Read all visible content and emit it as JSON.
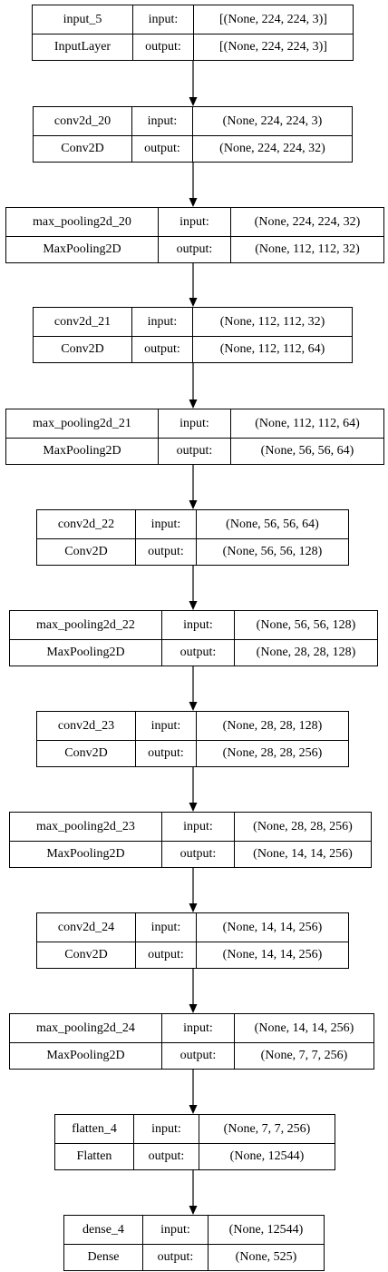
{
  "layers": [
    {
      "name": "input_5",
      "type": "InputLayer",
      "input_label": "input:",
      "output_label": "output:",
      "input_shape": "[(None, 224, 224, 3)]",
      "output_shape": "[(None, 224, 224, 3)]"
    },
    {
      "name": "conv2d_20",
      "type": "Conv2D",
      "input_label": "input:",
      "output_label": "output:",
      "input_shape": "(None, 224, 224, 3)",
      "output_shape": "(None, 224, 224, 32)"
    },
    {
      "name": "max_pooling2d_20",
      "type": "MaxPooling2D",
      "input_label": "input:",
      "output_label": "output:",
      "input_shape": "(None, 224, 224, 32)",
      "output_shape": "(None, 112, 112, 32)"
    },
    {
      "name": "conv2d_21",
      "type": "Conv2D",
      "input_label": "input:",
      "output_label": "output:",
      "input_shape": "(None, 112, 112, 32)",
      "output_shape": "(None, 112, 112, 64)"
    },
    {
      "name": "max_pooling2d_21",
      "type": "MaxPooling2D",
      "input_label": "input:",
      "output_label": "output:",
      "input_shape": "(None, 112, 112, 64)",
      "output_shape": "(None, 56, 56, 64)"
    },
    {
      "name": "conv2d_22",
      "type": "Conv2D",
      "input_label": "input:",
      "output_label": "output:",
      "input_shape": "(None, 56, 56, 64)",
      "output_shape": "(None, 56, 56, 128)"
    },
    {
      "name": "max_pooling2d_22",
      "type": "MaxPooling2D",
      "input_label": "input:",
      "output_label": "output:",
      "input_shape": "(None, 56, 56, 128)",
      "output_shape": "(None, 28, 28, 128)"
    },
    {
      "name": "conv2d_23",
      "type": "Conv2D",
      "input_label": "input:",
      "output_label": "output:",
      "input_shape": "(None, 28, 28, 128)",
      "output_shape": "(None, 28, 28, 256)"
    },
    {
      "name": "max_pooling2d_23",
      "type": "MaxPooling2D",
      "input_label": "input:",
      "output_label": "output:",
      "input_shape": "(None, 28, 28, 256)",
      "output_shape": "(None, 14, 14, 256)"
    },
    {
      "name": "conv2d_24",
      "type": "Conv2D",
      "input_label": "input:",
      "output_label": "output:",
      "input_shape": "(None, 14, 14, 256)",
      "output_shape": "(None, 14, 14, 256)"
    },
    {
      "name": "max_pooling2d_24",
      "type": "MaxPooling2D",
      "input_label": "input:",
      "output_label": "output:",
      "input_shape": "(None, 14, 14, 256)",
      "output_shape": "(None, 7, 7, 256)"
    },
    {
      "name": "flatten_4",
      "type": "Flatten",
      "input_label": "input:",
      "output_label": "output:",
      "input_shape": "(None, 7, 7, 256)",
      "output_shape": "(None, 12544)"
    },
    {
      "name": "dense_4",
      "type": "Dense",
      "input_label": "input:",
      "output_label": "output:",
      "input_shape": "(None, 12544)",
      "output_shape": "(None, 525)"
    }
  ],
  "colors": {
    "border": "#000000",
    "background": "#ffffff",
    "text": "#000000"
  }
}
